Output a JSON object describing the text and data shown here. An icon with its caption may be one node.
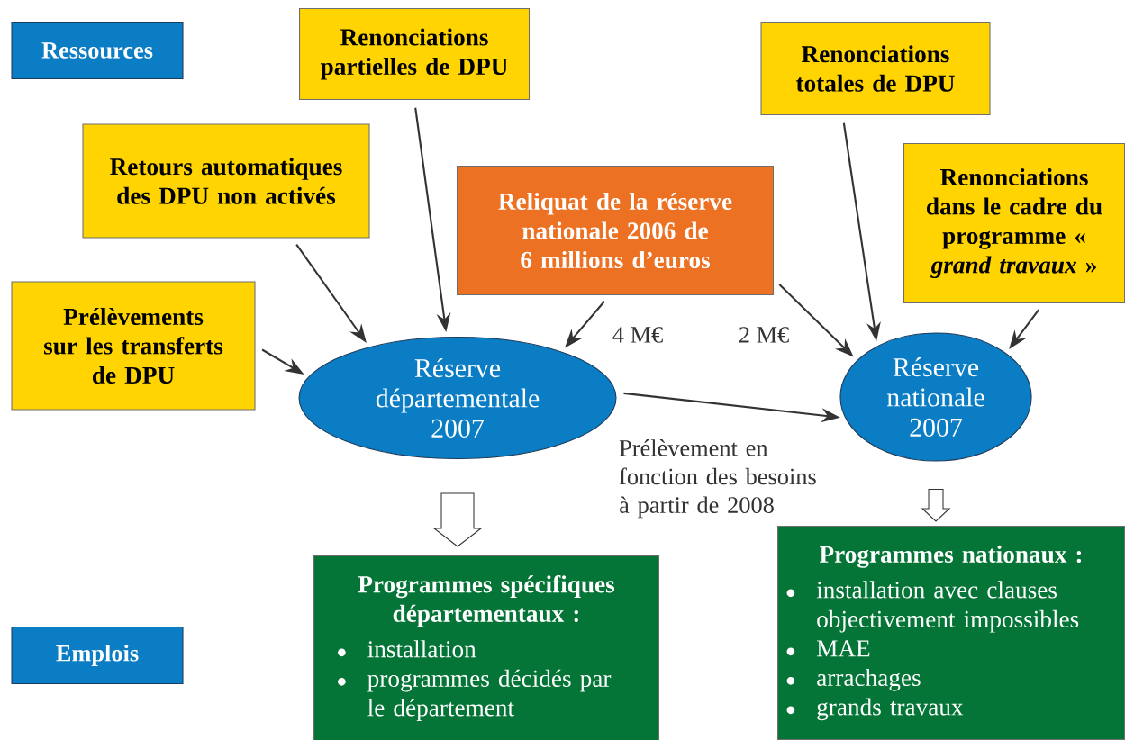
{
  "diagram": {
    "nodes": [
      {
        "text": [
          "Ressources"
        ]
      },
      {
        "text": [
          "Renonciations partielles de DPU"
        ]
      },
      {
        "text": [
          "Retours automatiques des DPU non activés"
        ]
      },
      {
        "text": [
          "Prélèvements sur les transferts de DPU"
        ]
      },
      {
        "text": [
          "Reliquat de la réserve nationale 2006 de 6 millions d’euros"
        ]
      },
      {
        "text": [
          "Renonciations totales de DPU"
        ]
      },
      {
        "text": [
          "Renonciations dans le cadre du programme « *grand travaux* »"
        ]
      },
      {
        "text": [
          "Réserve départementale 2007"
        ]
      },
      {
        "text": [
          "Réserve nationale 2007"
        ]
      },
      {
        "text": [
          "Programmes spécifiques départementaux :",
          "installation",
          "programmes décidés par le département"
        ]
      },
      {
        "text": [
          "Programmes nationaux :",
          "installation avec clauses objectivement impossibles",
          "MAE",
          "arrachages",
          "grands travaux"
        ]
      },
      {
        "text": [
          "Emplois"
        ]
      }
    ],
    "edges": [
      {
        "from": 1,
        "to": 7,
        "arrow": "to"
      },
      {
        "from": 2,
        "to": 7,
        "arrow": "to"
      },
      {
        "from": 3,
        "to": 7,
        "arrow": "to"
      },
      {
        "from": 4,
        "to": 7,
        "arrow": "to",
        "label": "4 M€"
      },
      {
        "from": 4,
        "to": 8,
        "arrow": "to",
        "label": "2 M€"
      },
      {
        "from": 5,
        "to": 8,
        "arrow": "to"
      },
      {
        "from": 6,
        "to": 8,
        "arrow": "to"
      },
      {
        "from": 7,
        "to": 8,
        "arrow": "to",
        "label": "Prélèvement en fonction des besoins à partir de 2008"
      },
      {
        "from": 7,
        "to": 9,
        "arrow": "to",
        "style": "thick"
      },
      {
        "from": 8,
        "to": 10,
        "arrow": "to",
        "style": "thick"
      }
    ]
  }
}
